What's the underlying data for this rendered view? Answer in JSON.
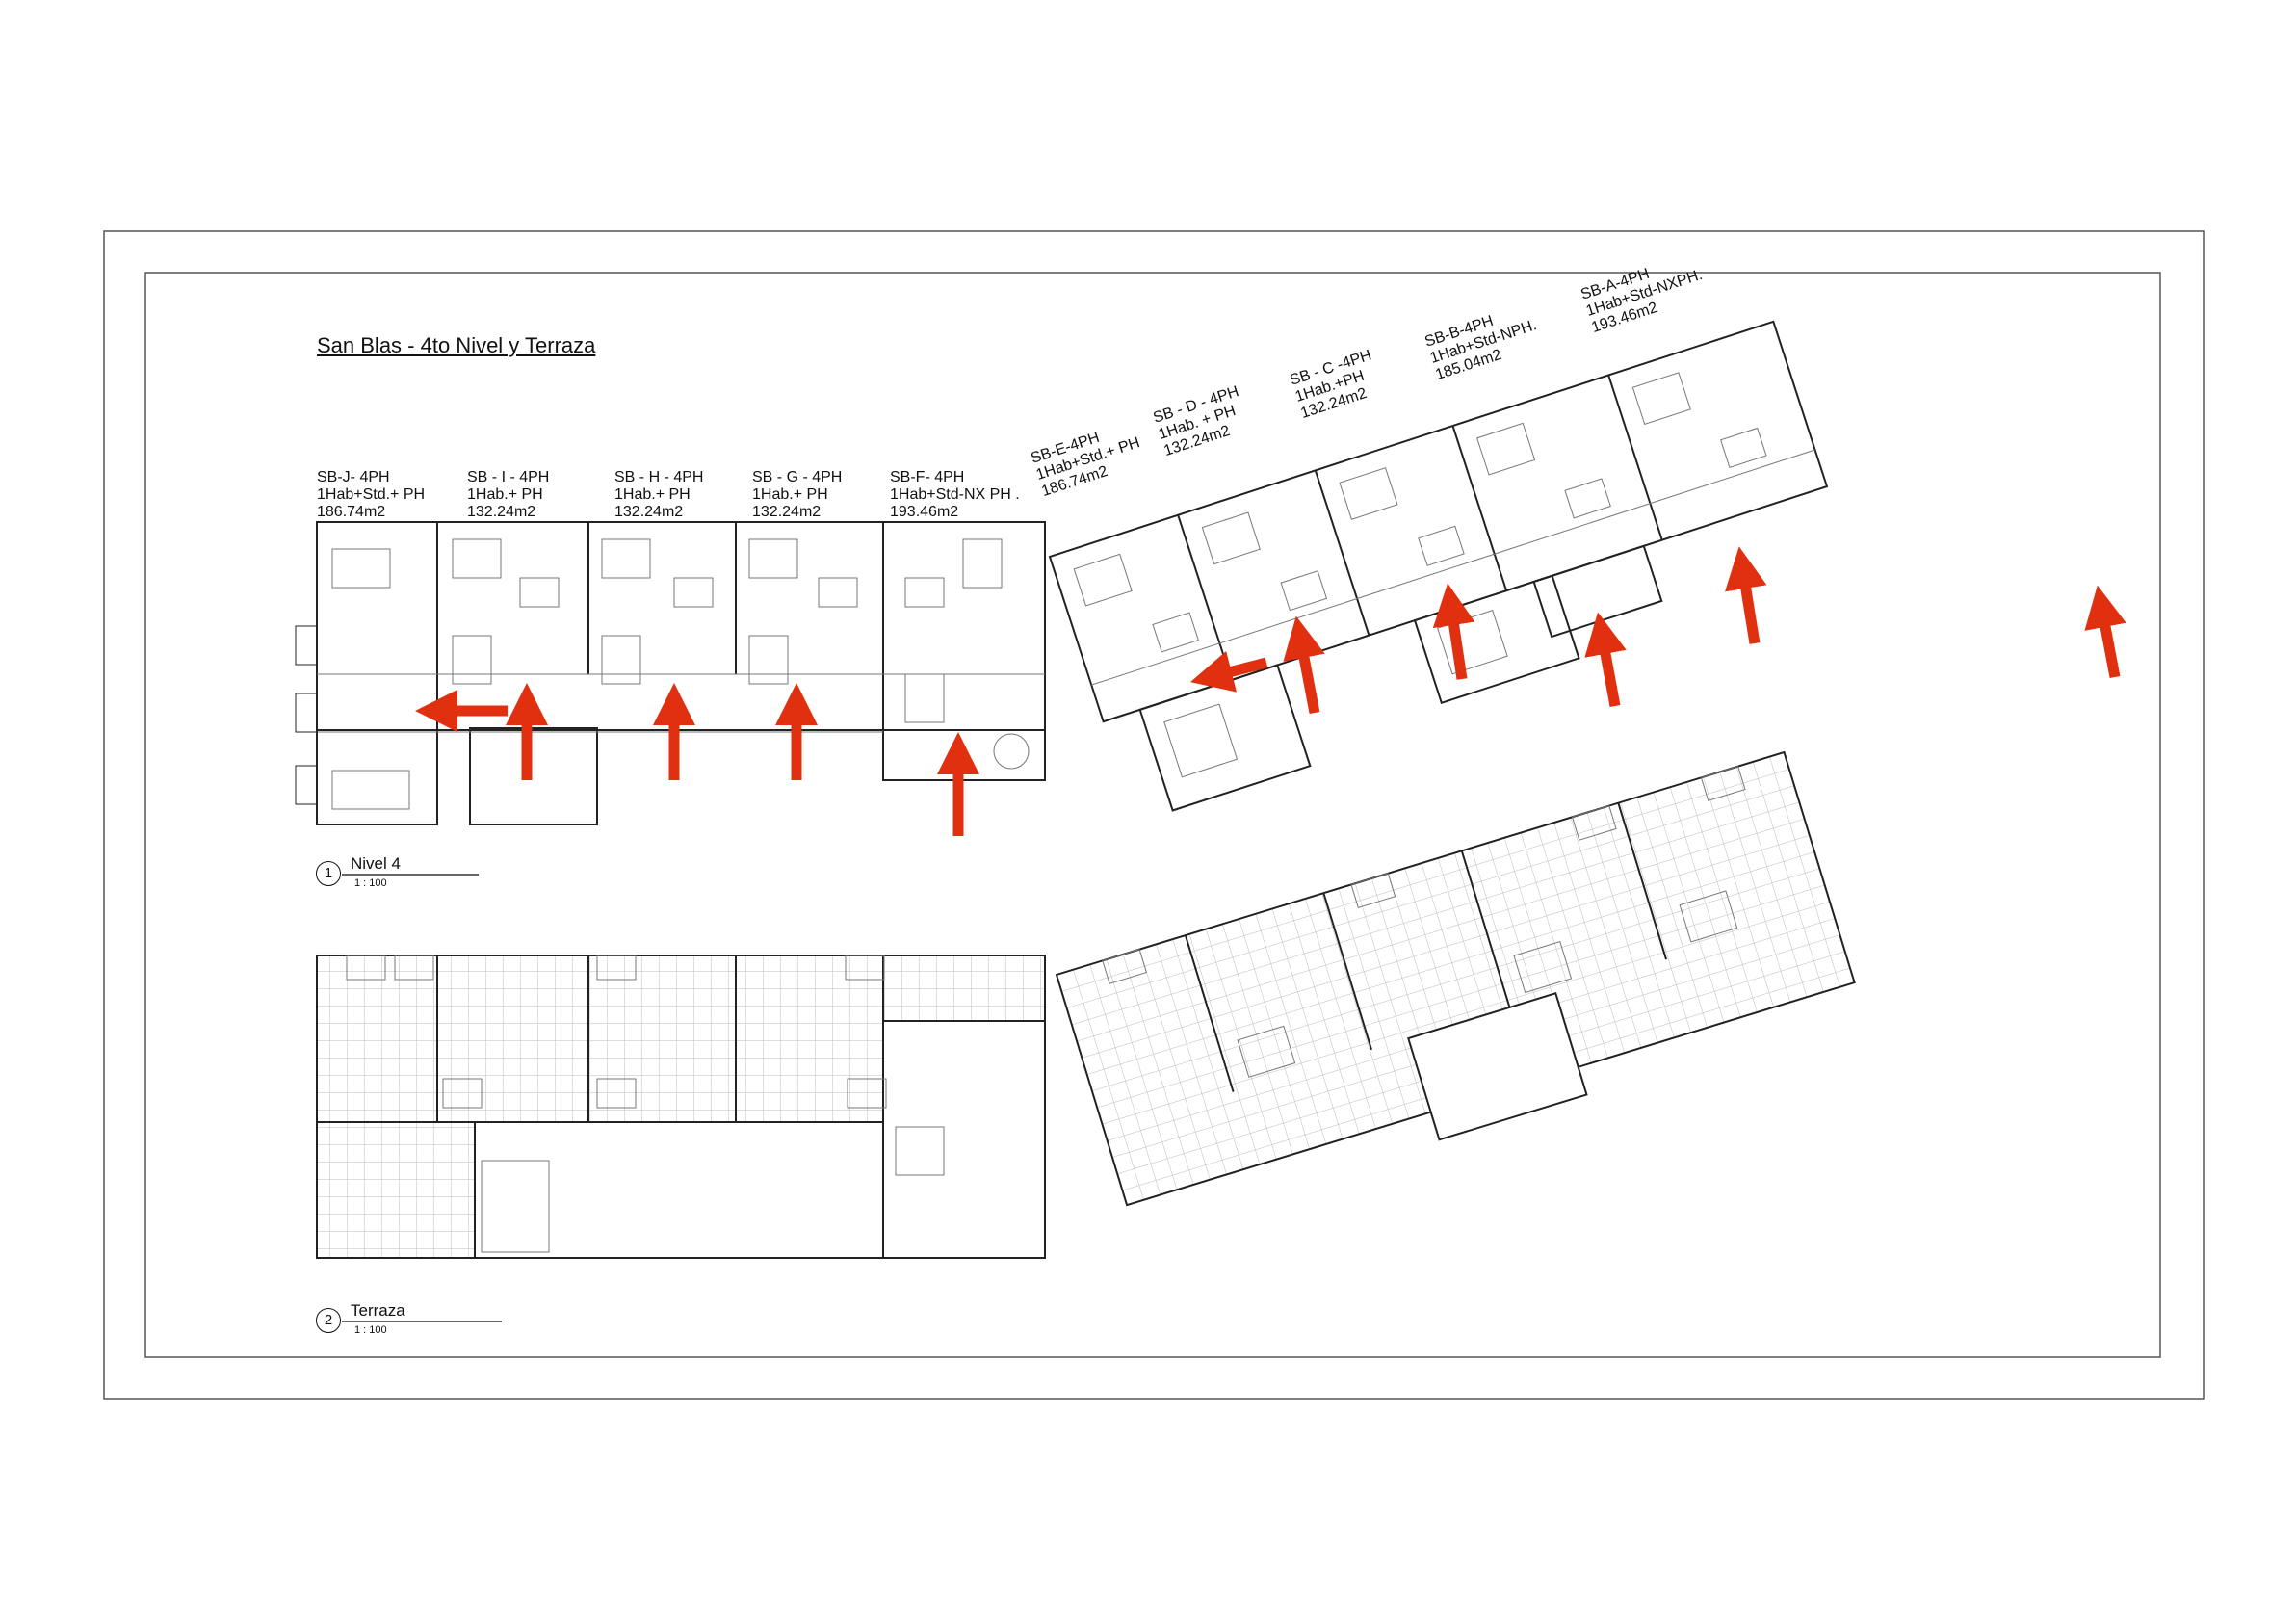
{
  "sheet": {
    "title": "San Blas - 4to Nivel y Terraza",
    "accent_color": "#e1300f"
  },
  "units_straight": [
    {
      "code": "SB-J- 4PH",
      "type": "1Hab+Std.+ PH",
      "area": "186.74m2"
    },
    {
      "code": "SB - I - 4PH",
      "type": "1Hab.+ PH",
      "area": "132.24m2"
    },
    {
      "code": "SB - H - 4PH",
      "type": "1Hab.+ PH",
      "area": "132.24m2"
    },
    {
      "code": "SB - G - 4PH",
      "type": "1Hab.+ PH",
      "area": "132.24m2"
    },
    {
      "code": "SB-F- 4PH",
      "type": "1Hab+Std-NX PH .",
      "area": "193.46m2"
    }
  ],
  "units_rotated": [
    {
      "code": "SB-E-4PH",
      "type": "1Hab+Std.+ PH",
      "area": "186.74m2"
    },
    {
      "code": "SB - D - 4PH",
      "type": "1Hab. + PH",
      "area": "132.24m2"
    },
    {
      "code": "SB - C -4PH",
      "type": "1Hab.+PH",
      "area": "132.24m2"
    },
    {
      "code": "SB-B-4PH",
      "type": "1Hab+Std-NPH.",
      "area": "185.04m2"
    },
    {
      "code": "SB-A-4PH",
      "type": "1Hab+Std-NXPH.",
      "area": "193.46m2"
    }
  ],
  "views": [
    {
      "number": "1",
      "name": "Nivel 4",
      "scale": "1 : 100"
    },
    {
      "number": "2",
      "name": "Terraza",
      "scale": "1 : 100"
    }
  ]
}
